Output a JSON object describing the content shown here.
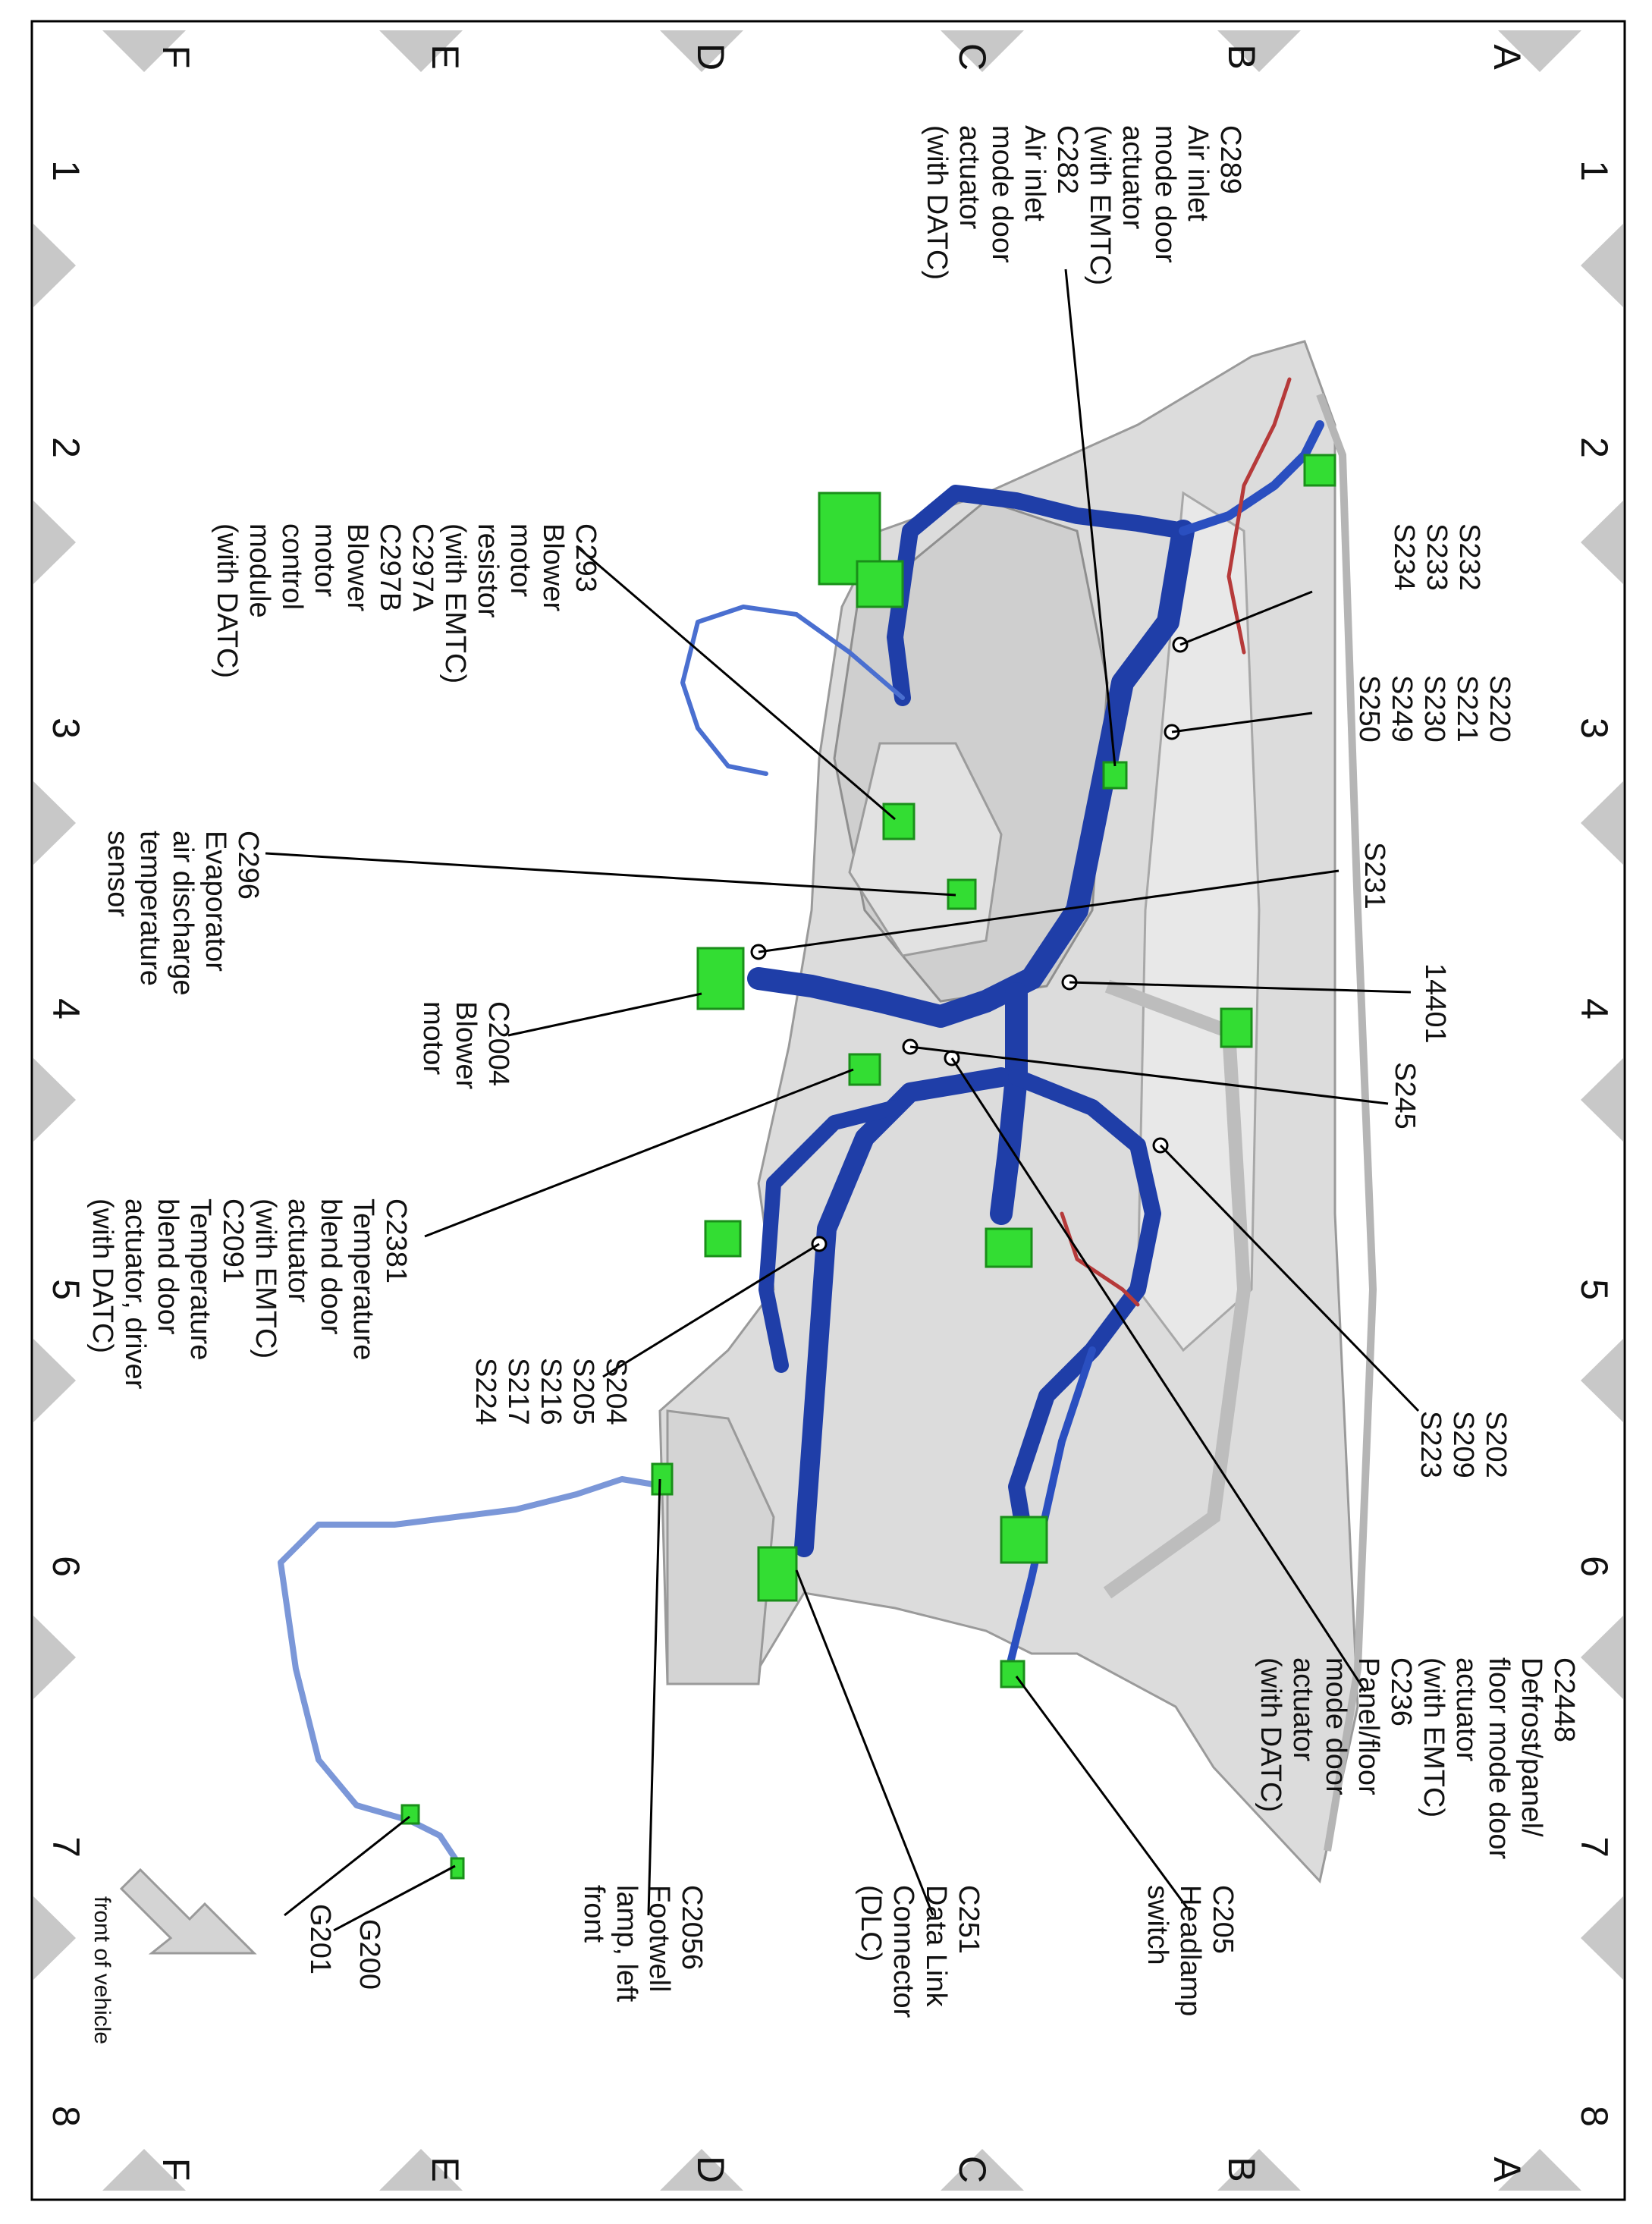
{
  "grid": {
    "numbers": [
      "1",
      "2",
      "3",
      "4",
      "5",
      "6",
      "7",
      "8"
    ],
    "letters": [
      "A",
      "B",
      "C",
      "D",
      "E",
      "F"
    ]
  },
  "callouts": [
    {
      "id": "c289",
      "lines": [
        "C289",
        "Air inlet",
        "mode door",
        "actuator",
        "(with EMTC)",
        "C282",
        "Air inlet",
        "mode door",
        "actuator",
        "(with DATC)"
      ]
    },
    {
      "id": "s232",
      "lines": [
        "S232",
        "S233",
        "S234"
      ]
    },
    {
      "id": "s220",
      "lines": [
        "S220",
        "S221",
        "S230",
        "S249",
        "S250"
      ]
    },
    {
      "id": "s231",
      "lines": [
        "S231"
      ]
    },
    {
      "id": "p14401",
      "lines": [
        "14401"
      ]
    },
    {
      "id": "s245",
      "lines": [
        "S245"
      ]
    },
    {
      "id": "s202",
      "lines": [
        "S202",
        "S209",
        "S223"
      ]
    },
    {
      "id": "c2448",
      "lines": [
        "C2448",
        "Defrost/panel/",
        "floor mode door",
        "actuator",
        "(with EMTC)",
        "C236",
        "Panel/floor",
        "mode door",
        "actuator",
        "(with DATC)"
      ]
    },
    {
      "id": "c293",
      "lines": [
        "C293",
        "Blower",
        "motor",
        "resistor",
        "(with EMTC)",
        "C297A",
        "C297B",
        "Blower",
        "motor",
        "control",
        "module",
        "(with DATC)"
      ]
    },
    {
      "id": "c296",
      "lines": [
        "C296",
        "Evaporator",
        "air discharge",
        "temperature",
        "sensor"
      ]
    },
    {
      "id": "c2004",
      "lines": [
        "C2004",
        "Blower",
        "motor"
      ]
    },
    {
      "id": "c2381",
      "lines": [
        "C2381",
        "Temperature",
        "blend door",
        "actuator",
        "(with EMTC)",
        "C2091",
        "Temperature",
        "blend door",
        "actuator, driver",
        "(with DATC)"
      ]
    },
    {
      "id": "s204",
      "lines": [
        "S204",
        "S205",
        "S216",
        "S217",
        "S224"
      ]
    },
    {
      "id": "c205",
      "lines": [
        "C205",
        "Headlamp",
        "switch"
      ]
    },
    {
      "id": "c251",
      "lines": [
        "C251",
        "Data Link",
        "Connector",
        "(DLC)"
      ]
    },
    {
      "id": "c2056",
      "lines": [
        "C2056",
        "Footwell",
        "lamp, left",
        "front"
      ]
    },
    {
      "id": "g200",
      "lines": [
        "G200"
      ]
    },
    {
      "id": "g201",
      "lines": [
        "G201"
      ]
    }
  ],
  "front_of_vehicle": "front of vehicle",
  "colors": {
    "harness": "#1f3ea8",
    "connector": "#33dd33",
    "housing": "#d8d8d8",
    "pointer": "#000000",
    "grid_marker": "#c8c8c8"
  }
}
